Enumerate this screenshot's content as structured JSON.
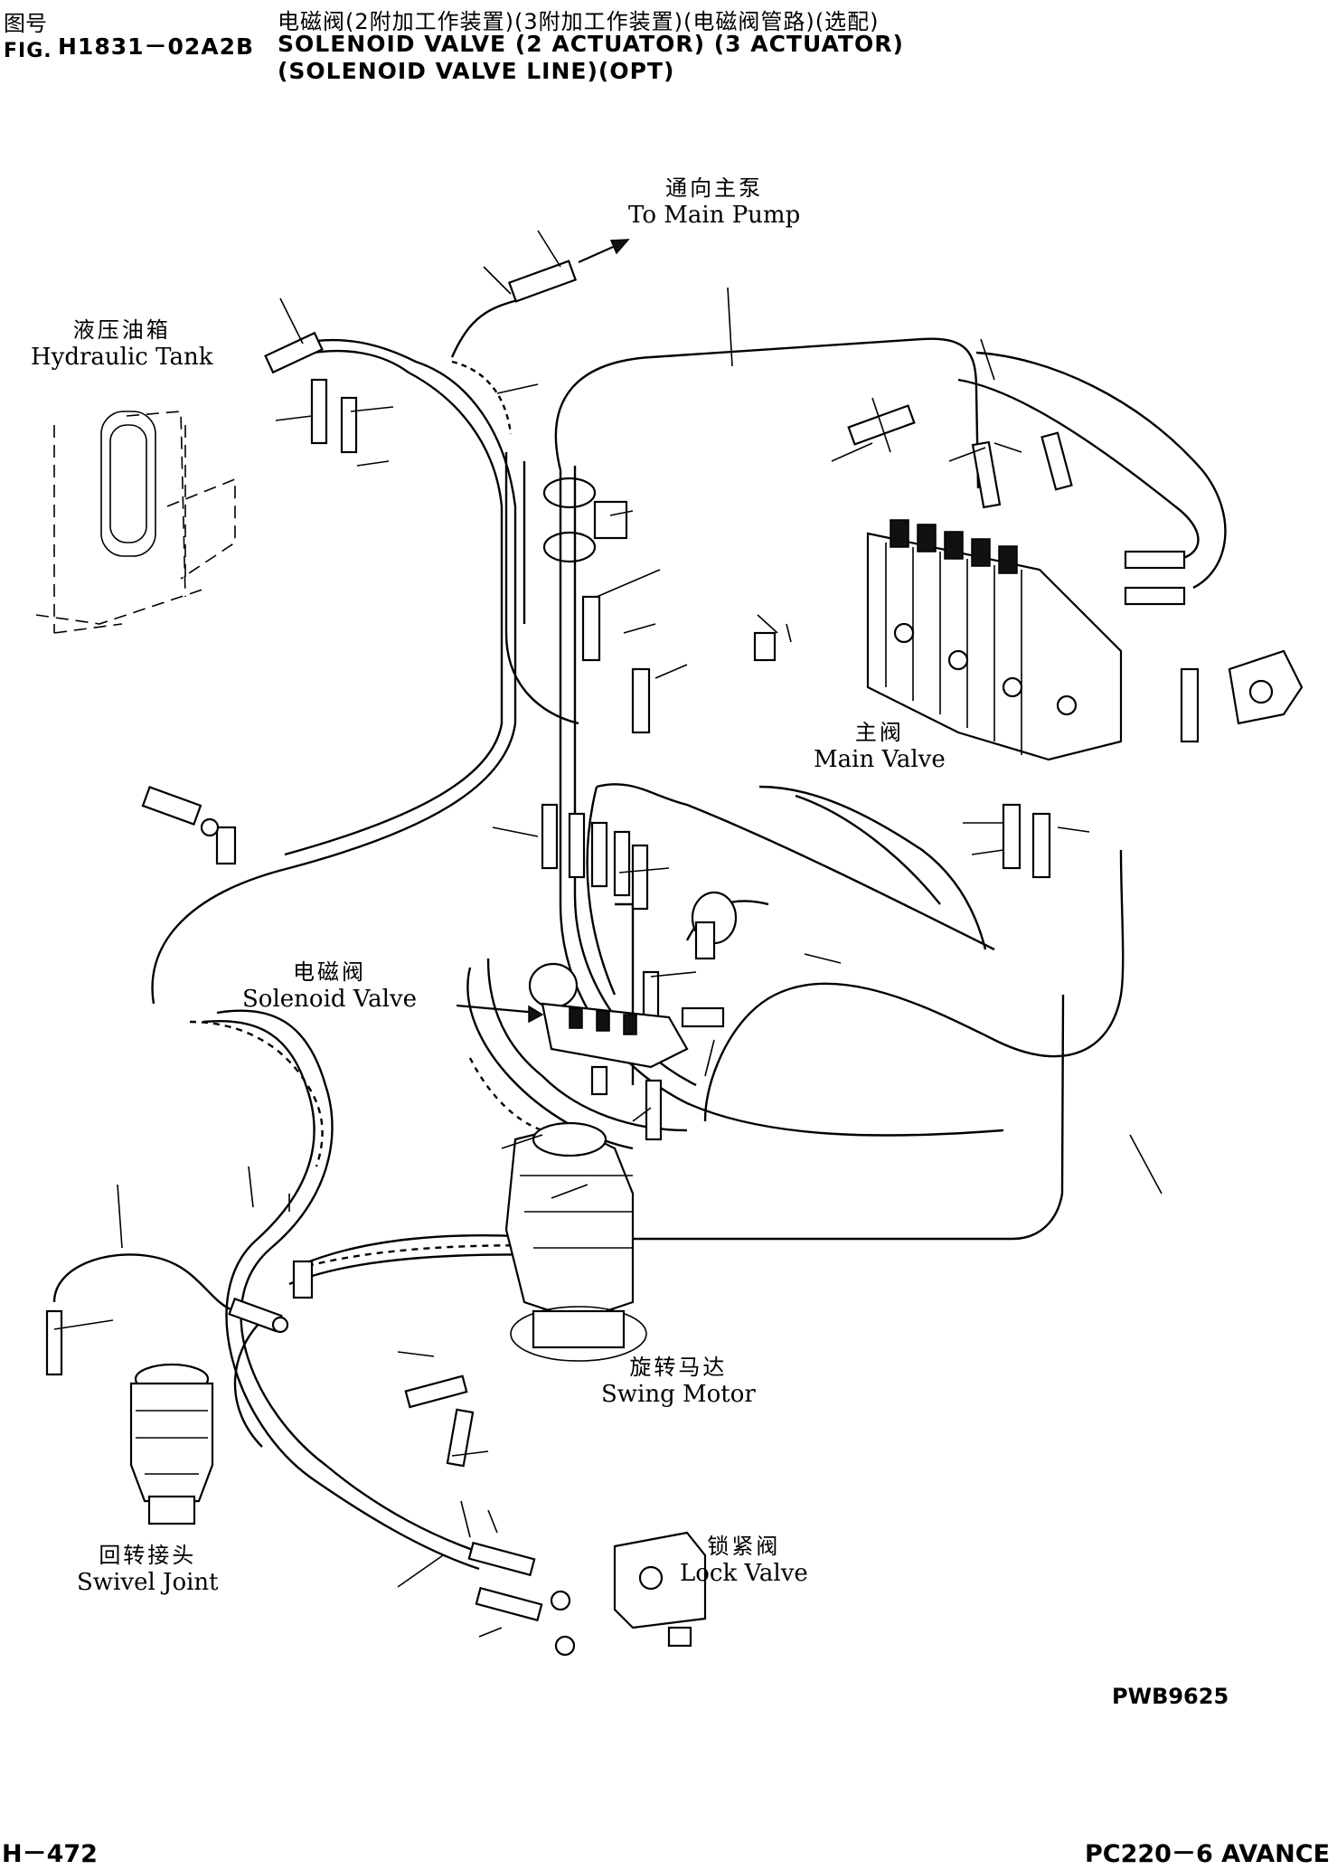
{
  "header": {
    "fig_cn": "图号",
    "fig_en": "FIG.",
    "fig_number": "H1831－02A2B",
    "title_cn": "电磁阀(2附加工作装置)(3附加工作装置)(电磁阀管路)(选配)",
    "title_en_line1": "SOLENOID VALVE (2 ACTUATOR) (3 ACTUATOR)",
    "title_en_line2": "(SOLENOID VALVE LINE)(OPT)"
  },
  "labels": {
    "main_pump": {
      "cn": "通向主泵",
      "en": "To Main Pump"
    },
    "hydraulic_tank": {
      "cn": "液压油箱",
      "en": "Hydraulic Tank"
    },
    "main_valve": {
      "cn": "主阀",
      "en": "Main Valve"
    },
    "solenoid_valve": {
      "cn": "电磁阀",
      "en": "Solenoid Valve"
    },
    "swing_motor": {
      "cn": "旋转马达",
      "en": "Swing Motor"
    },
    "swivel_joint": {
      "cn": "回转接头",
      "en": "Swivel Joint"
    },
    "lock_valve": {
      "cn": "锁紧阀",
      "en": "Lock Valve"
    }
  },
  "footer": {
    "drawing_code": "PWB9625",
    "page": "H－472",
    "model": "PC220－6 AVANCE"
  },
  "icons": [
    "arrow-to-pump-icon"
  ]
}
